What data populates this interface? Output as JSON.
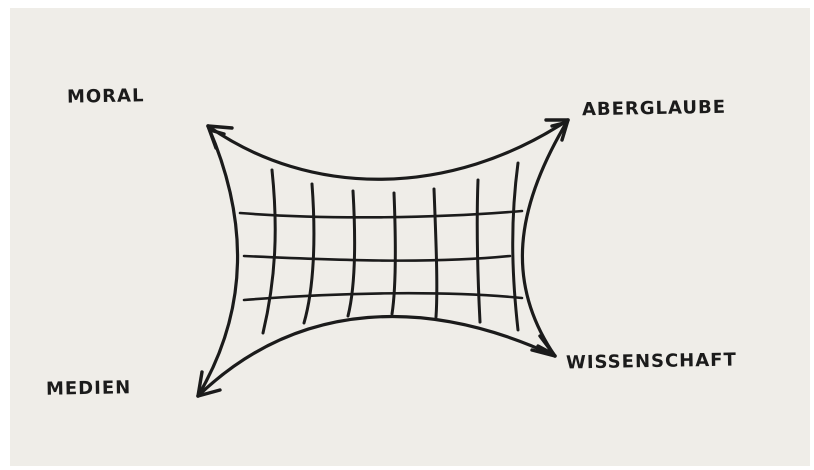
{
  "labels": {
    "top_left": "MORAL",
    "top_right": "ABERGLAUBE",
    "bottom_left": "MEDIEN",
    "bottom_right": "WISSENSCHAFT"
  },
  "colors": {
    "paper": "#efede8",
    "ink": "#1b1b1b"
  }
}
